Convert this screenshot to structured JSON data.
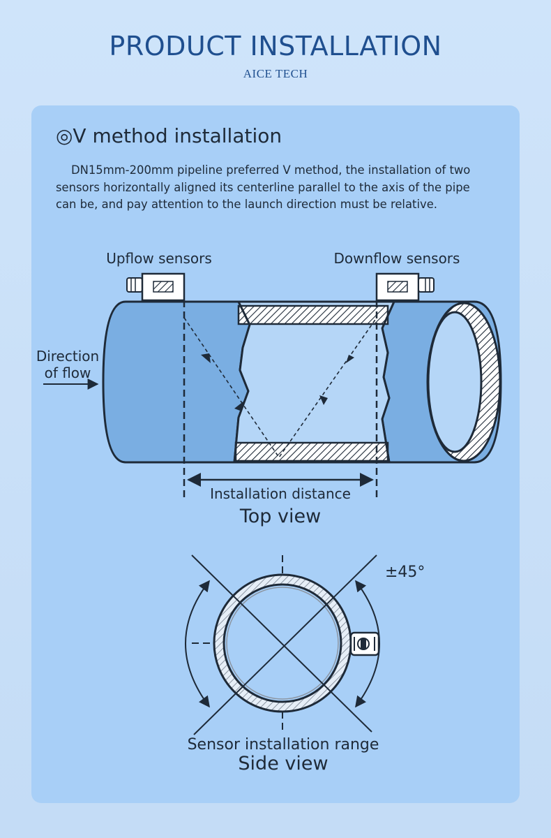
{
  "header": {
    "title": "PRODUCT INSTALLATION",
    "subtitle": "AICE TECH"
  },
  "section": {
    "title": "◎V method installation",
    "description": "DN15mm-200mm pipeline preferred V method, the installation of two sensors horizontally aligned its centerline parallel to the axis of the pipe can be, and pay attention to the launch direction must be relative."
  },
  "top_view": {
    "upflow_label": "Upflow sensors",
    "downflow_label": "Downflow sensors",
    "flow_label_line1": "Direction",
    "flow_label_line2": "of flow",
    "distance_label": "Installation distance",
    "view_label": "Top view"
  },
  "side_view": {
    "angle_label": "±45°",
    "range_label": "Sensor installation range",
    "view_label": "Side view"
  },
  "colors": {
    "title": "#1f4f8f",
    "card": "#a8cff7",
    "pipe": "#7aaee2",
    "outline": "#1e2a38"
  }
}
